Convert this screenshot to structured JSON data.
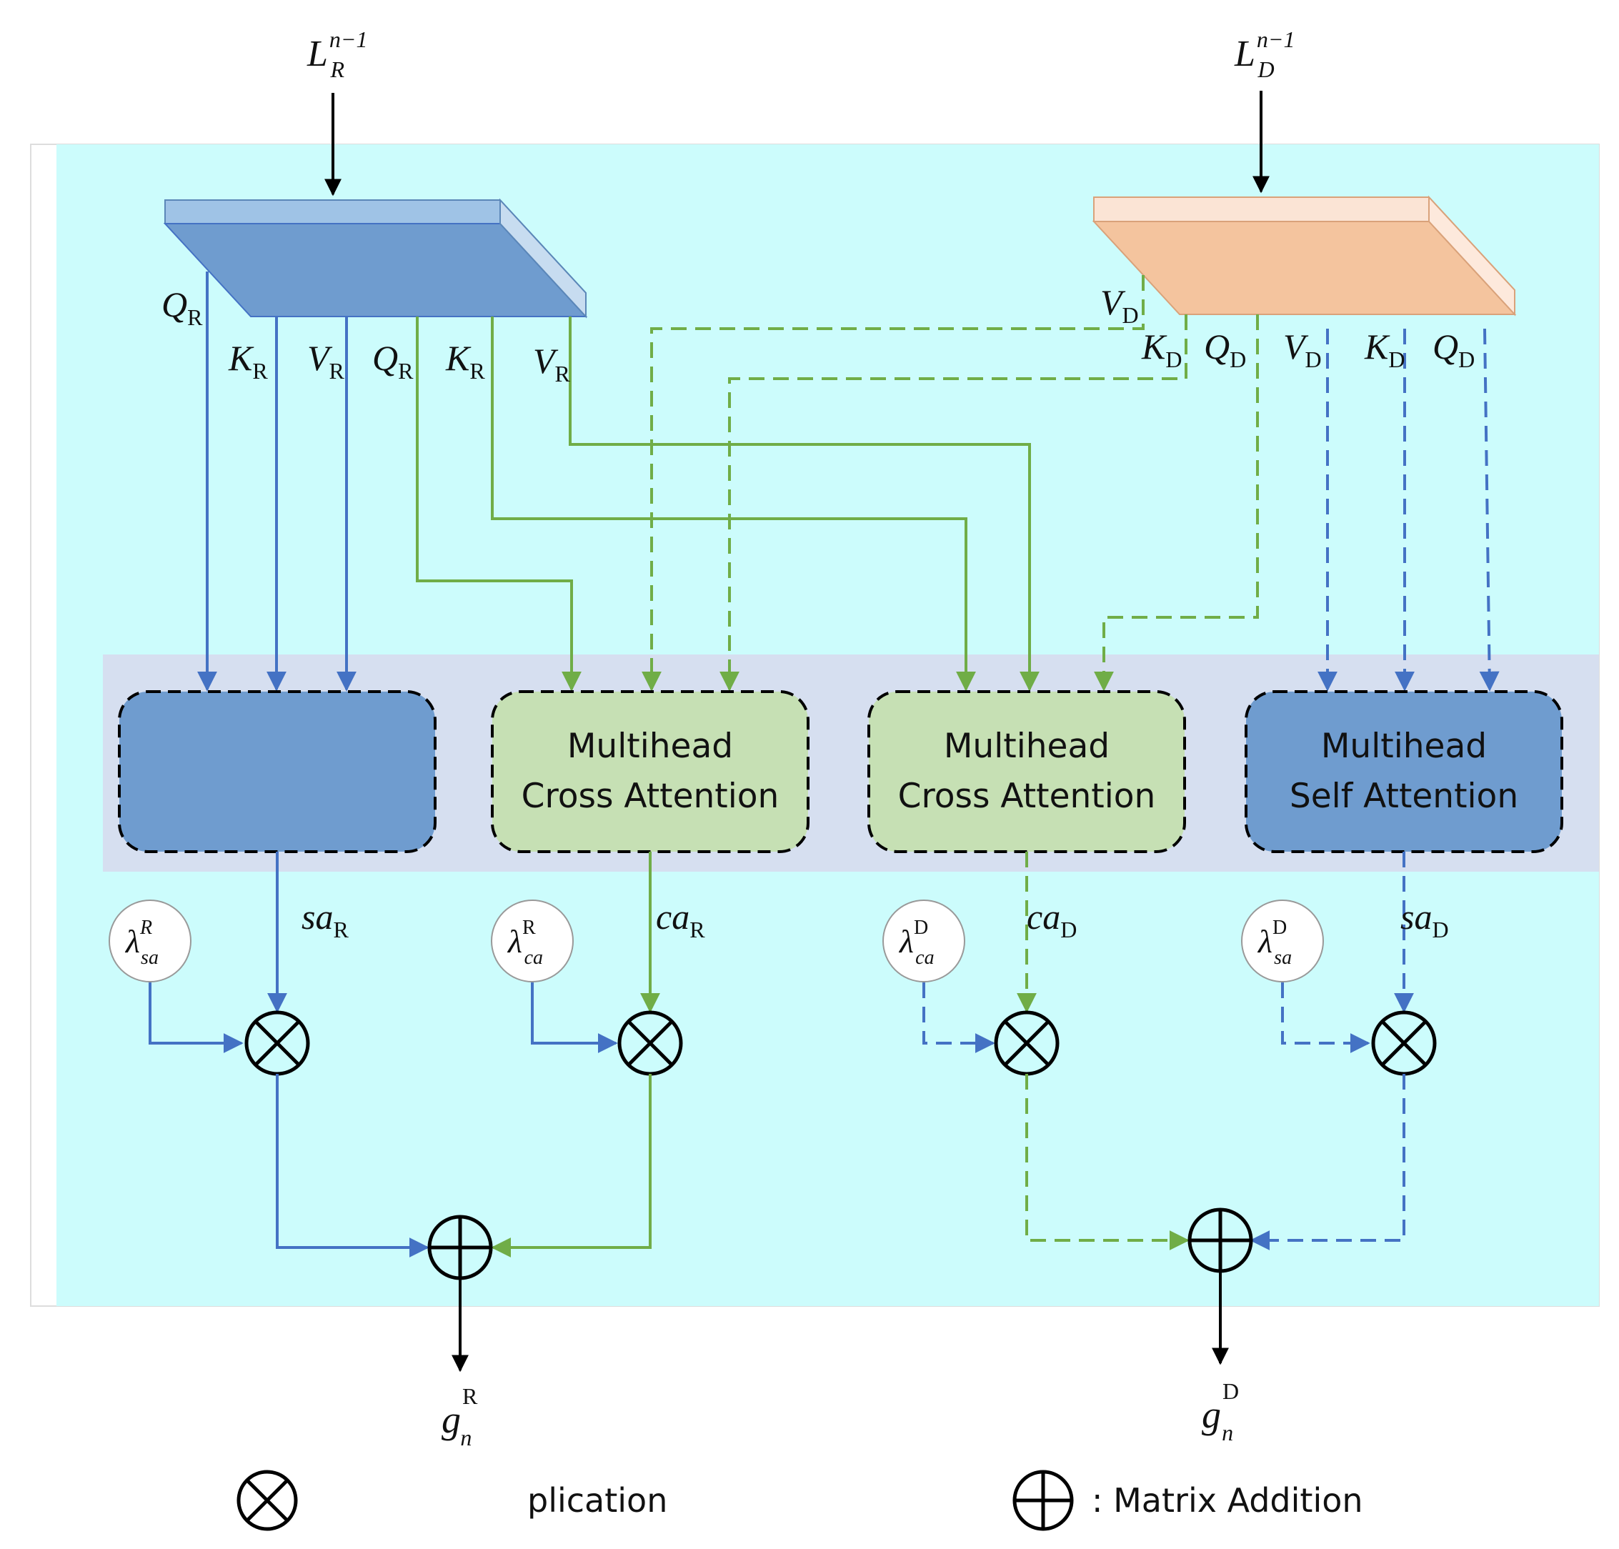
{
  "colors": {
    "background_panel": "#ccfcfc",
    "attention_band": "#d6dff0",
    "blue_box": "#6f9ccf",
    "green_box": "#c6e0b4",
    "blue_line": "#4472c4",
    "green_line": "#70ad47",
    "black": "#000000",
    "r_input_top": "#9fc3e6",
    "d_input_top": "#fbe4d5",
    "d_input": "#f4c49e"
  },
  "inputs": {
    "left": {
      "main": "L",
      "sup": "n−1",
      "sub": "R"
    },
    "right": {
      "main": "L",
      "sup": "n−1",
      "sub": "D"
    }
  },
  "labels": {
    "left_self": [
      {
        "main": "Q",
        "sub": "R"
      },
      {
        "main": "K",
        "sub": "R"
      },
      {
        "main": "V",
        "sub": "R"
      }
    ],
    "left_cross": [
      {
        "main": "Q",
        "sub": "R"
      },
      {
        "main": "K",
        "sub": "R"
      },
      {
        "main": "V",
        "sub": "R"
      }
    ],
    "right_cross": [
      {
        "main": "V",
        "sub": "D"
      },
      {
        "main": "K",
        "sub": "D"
      },
      {
        "main": "Q",
        "sub": "D"
      }
    ],
    "right_self": [
      {
        "main": "V",
        "sub": "D"
      },
      {
        "main": "K",
        "sub": "D"
      },
      {
        "main": "Q",
        "sub": "D"
      }
    ]
  },
  "boxes": [
    {
      "line1": "",
      "line2": ""
    },
    {
      "line1": "Multihead",
      "line2": "Cross Attention"
    },
    {
      "line1": "Multihead",
      "line2": "Cross Attention"
    },
    {
      "line1": "Multihead",
      "line2": "Self Attention"
    }
  ],
  "outputs": [
    {
      "main": "sa",
      "sub": "R"
    },
    {
      "main": "ca",
      "sub": "R"
    },
    {
      "main": "ca",
      "sub": "D"
    },
    {
      "main": "sa",
      "sub": "D"
    }
  ],
  "weights": [
    {
      "main": "λ",
      "sup": "R",
      "sub": "sa"
    },
    {
      "main": "λ",
      "sup": "R",
      "sub": "ca"
    },
    {
      "main": "λ",
      "sup": "D",
      "sub": "ca"
    },
    {
      "main": "λ",
      "sup": "D",
      "sub": "sa"
    }
  ],
  "results": [
    {
      "main": "g",
      "sup": "R",
      "sub": "n"
    },
    {
      "main": "g",
      "sup": "D",
      "sub": "n"
    }
  ],
  "legend": {
    "multiply_text": "plication",
    "add_text": ": Matrix Addition"
  }
}
